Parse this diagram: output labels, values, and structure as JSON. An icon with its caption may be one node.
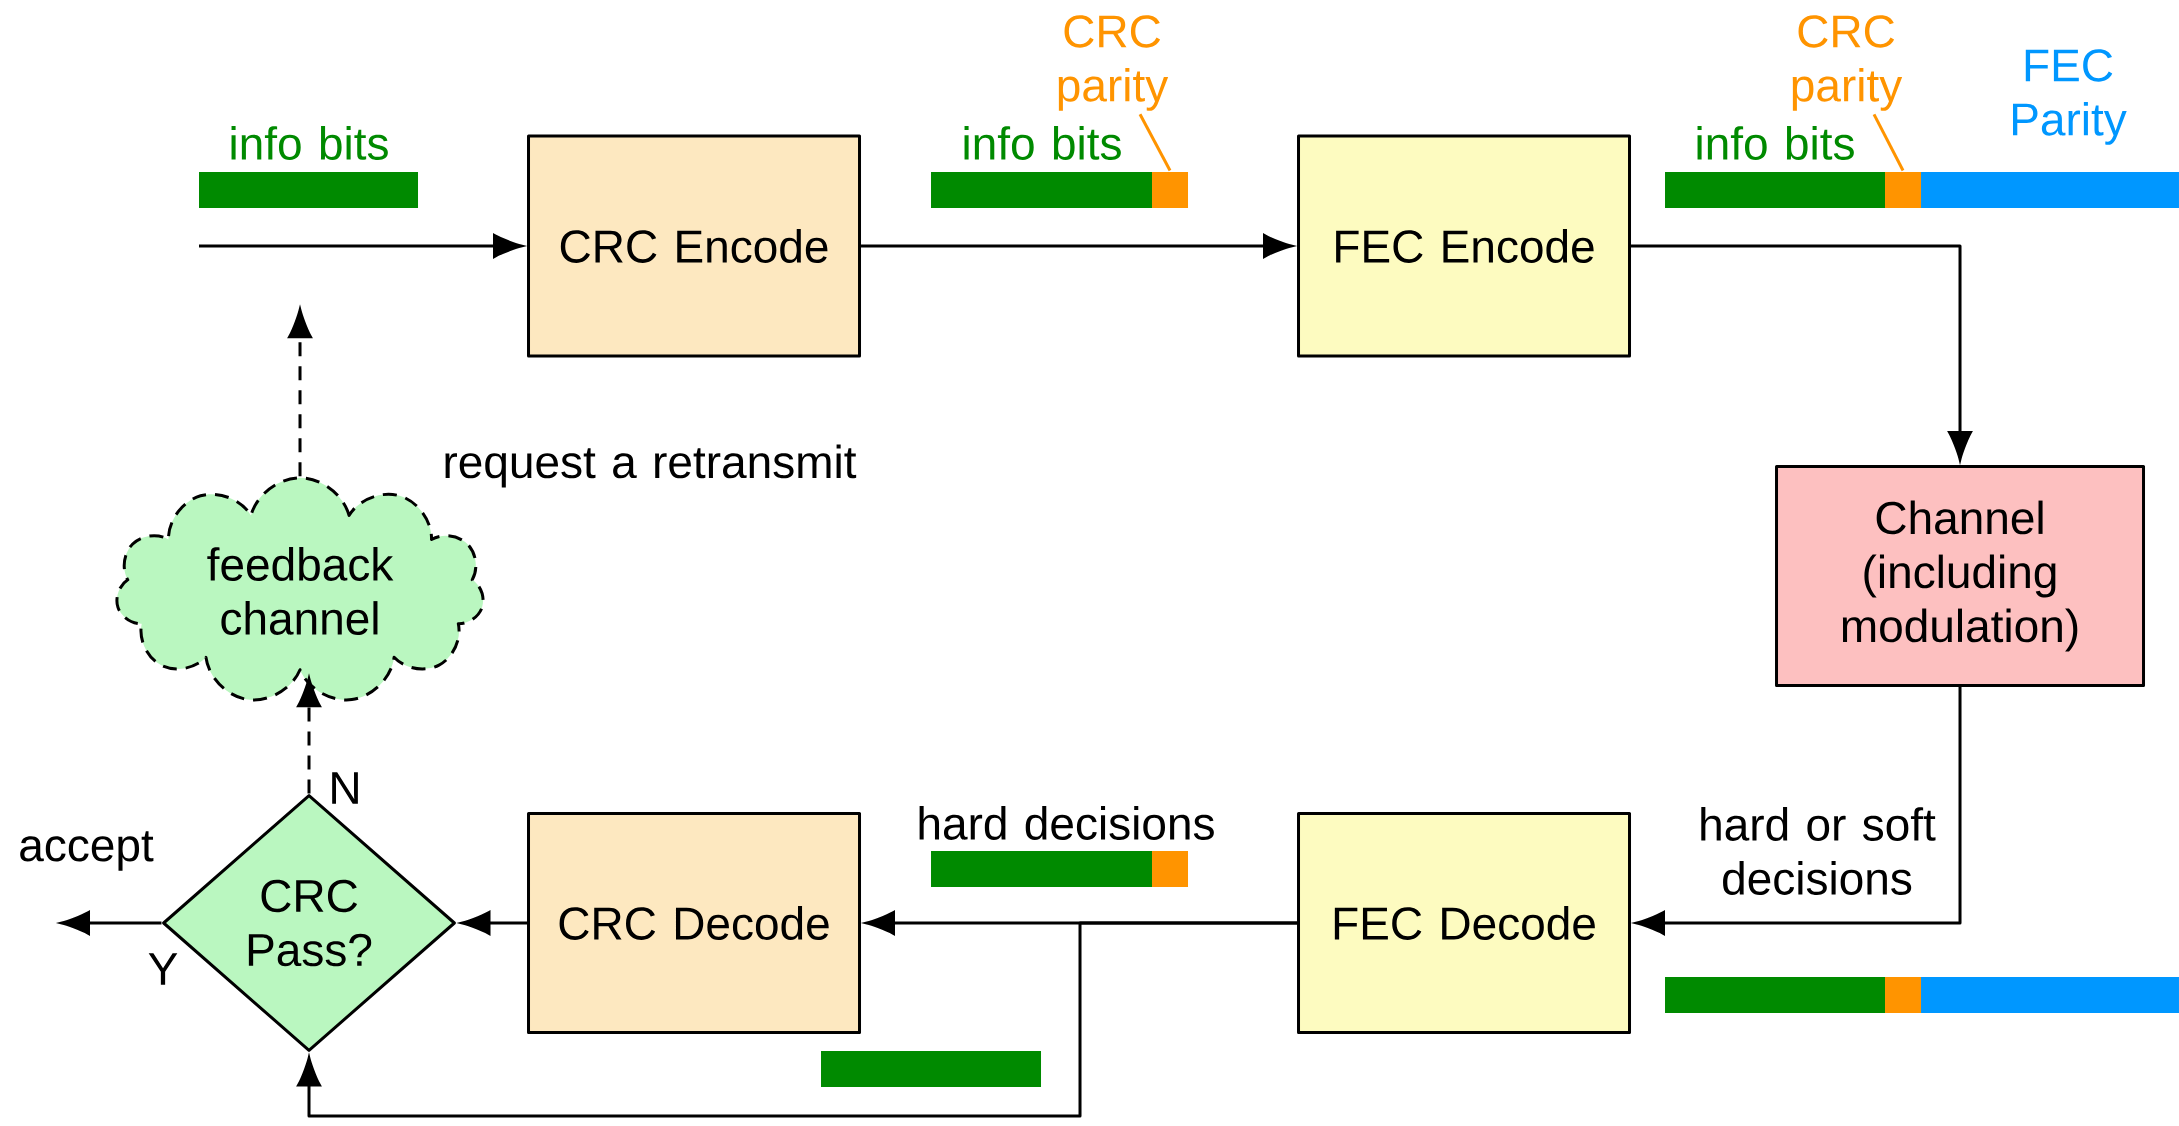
{
  "diagram": {
    "nodes": [
      {
        "text": [
          "CRC Encode"
        ]
      },
      {
        "text": [
          "FEC Encode"
        ]
      },
      {
        "text": [
          "Channel (including modulation)"
        ]
      },
      {
        "text": [
          "FEC Decode"
        ]
      },
      {
        "text": [
          "CRC Decode"
        ]
      },
      {
        "text": [
          "CRC Pass?"
        ]
      },
      {
        "text": [
          "feedback channel"
        ]
      },
      {
        "text": [
          "CRC parity"
        ]
      },
      {
        "text": [],
        "shape": "bar"
      },
      {
        "text": [
          "CRC parity"
        ]
      },
      {
        "text": [],
        "shape": "bar"
      }
    ],
    "edges": [
      {
        "from": null,
        "to": 0,
        "arrow": "to"
      },
      {
        "from": 0,
        "to": 1,
        "arrow": "to"
      },
      {
        "from": 1,
        "to": 2,
        "arrow": "to"
      },
      {
        "from": 2,
        "to": 3,
        "arrow": "to",
        "label": "hard or soft decisions"
      },
      {
        "from": 3,
        "to": 4,
        "arrow": "to"
      },
      {
        "from": 3,
        "to": 5,
        "arrow": "to"
      },
      {
        "from": 4,
        "to": 5,
        "arrow": "to"
      },
      {
        "from": 5,
        "to": null,
        "arrow": "to",
        "label": "Y"
      },
      {
        "from": 5,
        "to": 6,
        "arrow": "to",
        "style": "dashed",
        "label": "N"
      },
      {
        "from": 6,
        "to": null,
        "arrow": "to",
        "style": "dashed",
        "label": "request a retransmit"
      },
      {
        "from": 7,
        "to": 8,
        "arrow": "none",
        "color": "#ff9400"
      },
      {
        "from": 9,
        "to": 10,
        "arrow": "none",
        "color": "#ff9400"
      }
    ],
    "labels": [
      "info bits",
      "info bits",
      "info bits",
      "FEC Parity",
      "hard decisions",
      "accept"
    ]
  }
}
